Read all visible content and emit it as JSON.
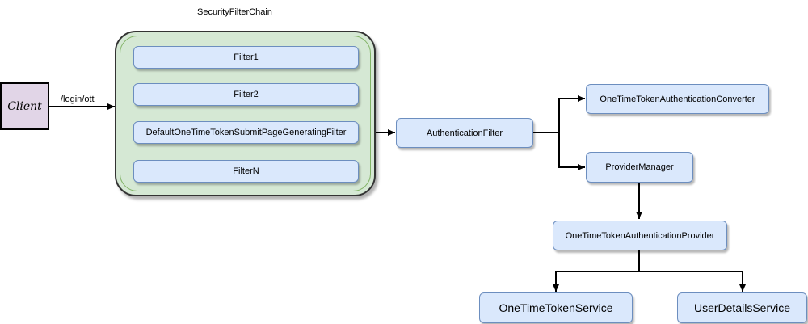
{
  "chain": {
    "title": "SecurityFilterChain",
    "filters": [
      "Filter1",
      "Filter2",
      "DefaultOneTimeTokenSubmitPageGeneratingFilter",
      "FilterN"
    ]
  },
  "client": {
    "label": "Client"
  },
  "edges": {
    "request_label": "/login/ott"
  },
  "nodes": {
    "authentication_filter": "AuthenticationFilter",
    "converter": "OneTimeTokenAuthenticationConverter",
    "provider_manager": "ProviderManager",
    "provider": "OneTimeTokenAuthenticationProvider",
    "token_service": "OneTimeTokenService",
    "user_details_service": "UserDetailsService"
  },
  "colors": {
    "client_fill": "#e1d5e7",
    "chain_fill": "#d5e8d4",
    "node_fill": "#dae8fc",
    "node_stroke": "#6c8ebf"
  }
}
